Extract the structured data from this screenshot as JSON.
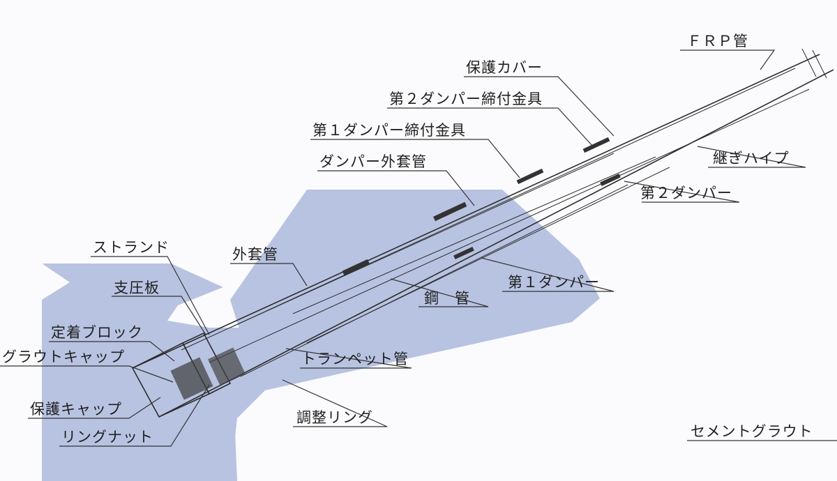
{
  "colors": {
    "background": "#fbfbfd",
    "concrete": "#b8c3e2",
    "line": "#2b2b2b",
    "text": "#1f1f1f"
  },
  "labels": {
    "frp_pipe": "ＦＲＰ管",
    "protective_cover": "保護カバー",
    "second_damper_clamp": "第２ダンパー締付金具",
    "first_damper_clamp": "第１ダンパー締付金具",
    "damper_outer_sleeve": "ダンパー外套管",
    "joint_pipe": "継ぎハイプ",
    "second_damper": "第２ダンパー",
    "strand": "ストランド",
    "outer_sleeve": "外套管",
    "first_damper": "第１ダンパー",
    "bearing_plate": "支圧板",
    "steel_pipe": "鋼　管",
    "anchor_block": "定着ブロック",
    "grout_cap": "グラウトキャップ",
    "trumpet_pipe": "トランペット管",
    "protective_cap": "保護キャップ",
    "adjusting_ring": "調整リング",
    "ring_nut": "リングナット",
    "cement_grout": "セメントグラウト"
  }
}
